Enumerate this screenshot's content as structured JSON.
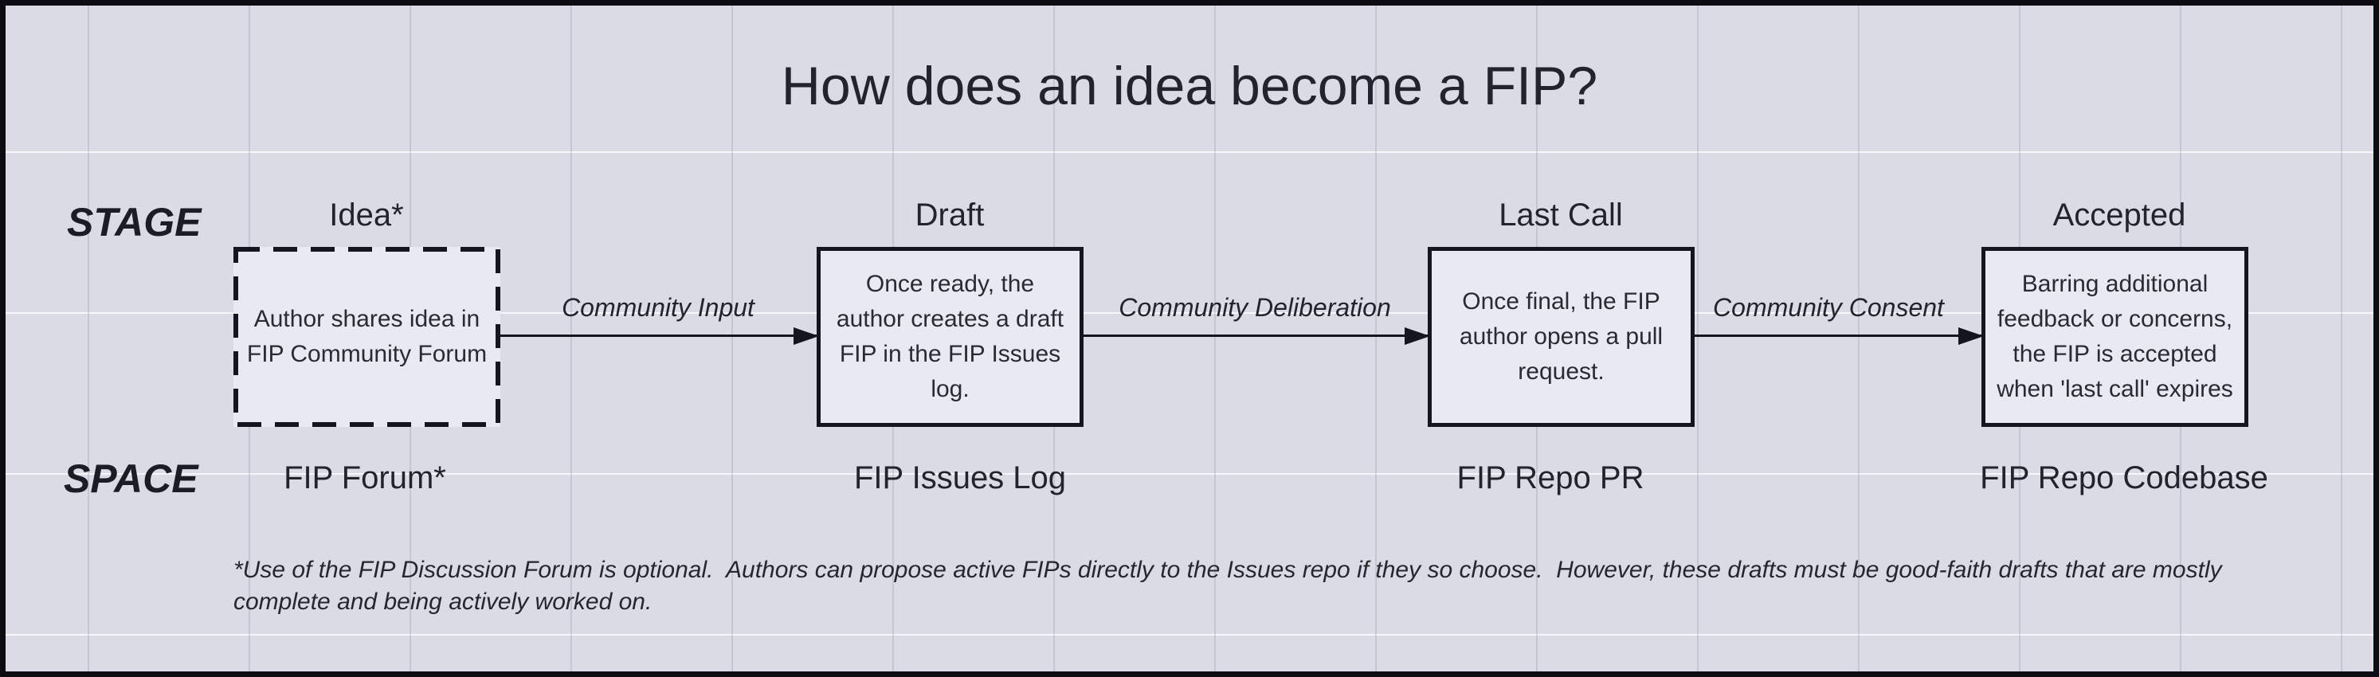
{
  "title": "How does an idea become a FIP?",
  "row_labels": {
    "stage": "STAGE",
    "space": "SPACE"
  },
  "stages": [
    {
      "stage_label": "Idea*",
      "box_text": "Author shares idea in FIP Community Forum",
      "space_label": "FIP Forum*",
      "box_border": "dashed"
    },
    {
      "stage_label": "Draft",
      "box_text": "Once ready, the author creates a draft FIP in the FIP Issues log.",
      "space_label": "FIP Issues Log",
      "box_border": "solid"
    },
    {
      "stage_label": "Last Call",
      "box_text": "Once final, the FIP author opens a pull request.",
      "space_label": "FIP Repo PR",
      "box_border": "solid"
    },
    {
      "stage_label": "Accepted",
      "box_text": "Barring additional feedback or concerns, the FIP is accepted when 'last call' expires",
      "space_label": "FIP Repo Codebase",
      "box_border": "solid"
    }
  ],
  "arrows": [
    {
      "label": "Community Input"
    },
    {
      "label": "Community Deliberation"
    },
    {
      "label": "Community Consent"
    }
  ],
  "footnote": "*Use of the FIP Discussion Forum is optional.  Authors can propose active FIPs directly to the Issues repo if they so choose.  However, these drafts must be good-faith drafts that are mostly complete and being actively worked on.",
  "colors": {
    "background": "#dbdbe6",
    "box_fill": "#e9e9f4",
    "stroke": "#15151f",
    "text": "#26262f"
  }
}
